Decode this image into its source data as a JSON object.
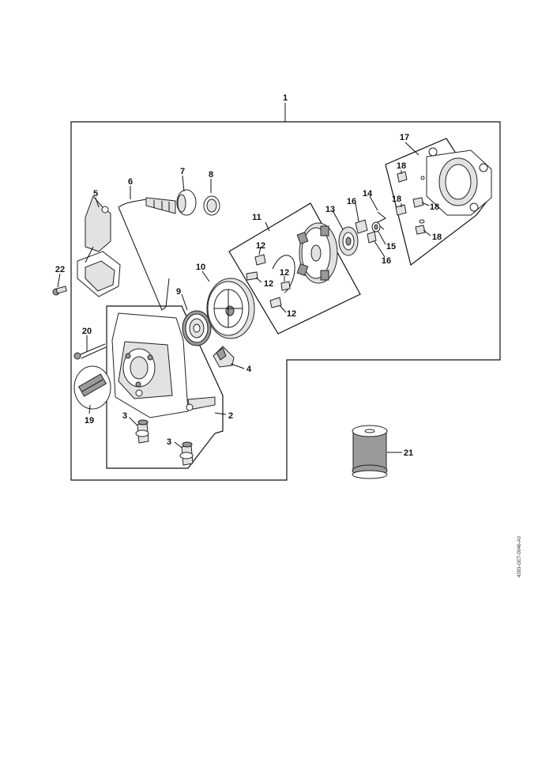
{
  "diagram": {
    "part_labels": {
      "p1": "1",
      "p2": "2",
      "p3a": "3",
      "p3b": "3",
      "p4": "4",
      "p5": "5",
      "p6": "6",
      "p7": "7",
      "p8": "8",
      "p9": "9",
      "p10": "10",
      "p11": "11",
      "p12a": "12",
      "p12b": "12",
      "p12c": "12",
      "p12d": "12",
      "p13": "13",
      "p14": "14",
      "p15": "15",
      "p16a": "16",
      "p16b": "16",
      "p17": "17",
      "p18a": "18",
      "p18b": "18",
      "p18c": "18",
      "p18d": "18",
      "p19": "19",
      "p20": "20",
      "p21": "21",
      "p22": "22"
    },
    "side_code": "4283-GET-0046-A0"
  }
}
